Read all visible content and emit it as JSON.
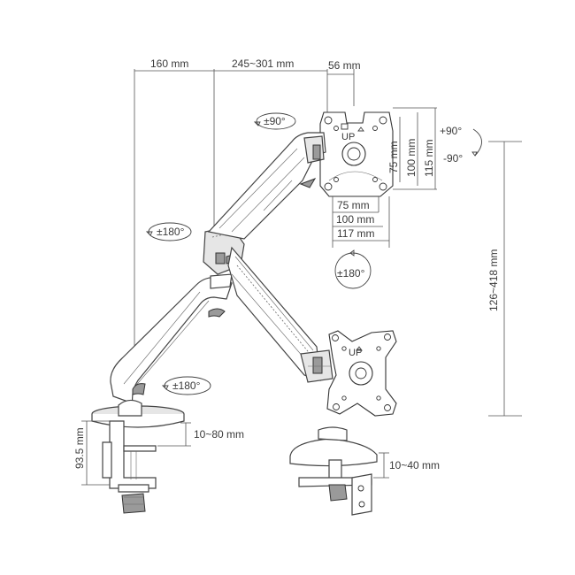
{
  "dimensions": {
    "base_to_pole": "160 mm",
    "arm_reach": "245~301 mm",
    "head_depth": "56 mm",
    "vesa_h_75": "75 mm",
    "vesa_h_100": "100 mm",
    "vesa_h_117": "117 mm",
    "vesa_v_75": "75 mm",
    "vesa_v_100": "100 mm",
    "vesa_v_115": "115 mm",
    "height_range": "126~418 mm",
    "clamp_height": "93.5 mm",
    "desk_thickness_clamp": "10~80 mm",
    "desk_thickness_grommet": "10~40 mm"
  },
  "rotations": {
    "head_swivel": "±90°",
    "tilt_up": "+90°",
    "tilt_down": "-90°",
    "arm_upper": "±180°",
    "screen_rotate": "±180°",
    "arm_base": "±180°"
  },
  "plate_marks": {
    "up_top": "UP",
    "up_lower": "UP"
  }
}
